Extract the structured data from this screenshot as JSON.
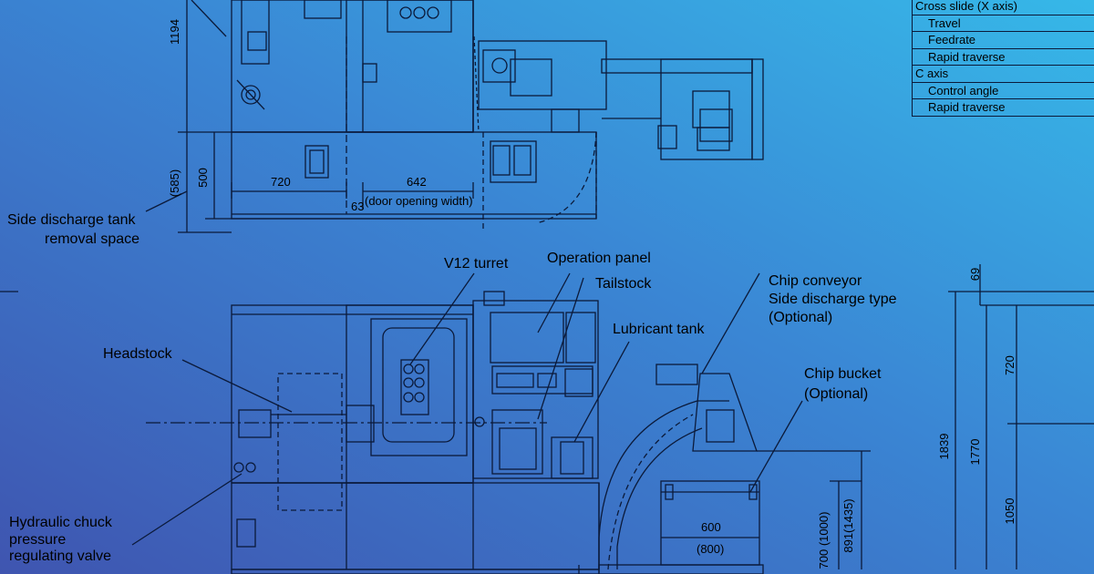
{
  "spec_table": {
    "rows": [
      {
        "label": "Cross slide (X axis)",
        "indent": false
      },
      {
        "label": "Travel",
        "indent": true
      },
      {
        "label": "Feedrate",
        "indent": true
      },
      {
        "label": "Rapid traverse",
        "indent": true
      },
      {
        "label": "C axis",
        "indent": false
      },
      {
        "label": "Control angle",
        "indent": true
      },
      {
        "label": "Rapid traverse",
        "indent": true
      }
    ]
  },
  "labels": {
    "side_discharge_1": "Side discharge tank",
    "side_discharge_2": "removal space",
    "v12_turret": "V12 turret",
    "operation_panel": "Operation panel",
    "tailstock": "Tailstock",
    "lubricant_tank": "Lubricant tank",
    "headstock": "Headstock",
    "chip_conveyor_1": "Chip conveyor",
    "chip_conveyor_2": "Side discharge type",
    "chip_conveyor_3": "(Optional)",
    "chip_bucket_1": "Chip bucket",
    "chip_bucket_2": "(Optional)",
    "hydraulic_1": "Hydraulic chuck",
    "hydraulic_2": "pressure",
    "hydraulic_3": "regulating valve"
  },
  "dimensions": {
    "d1194": "1194",
    "d585": "(585)",
    "d500": "500",
    "d720_top": "720",
    "d642": "642",
    "d63": "63",
    "door_opening": "(door opening width)",
    "d69": "69",
    "d720_right": "720",
    "d1839": "1839",
    "d1770": "1770",
    "d1050": "1050",
    "d600": "600",
    "d800": "(800)",
    "d700": "700 (1000)",
    "d891": "891(1435)"
  },
  "colors": {
    "bg_left": "#3f59b4",
    "bg_right": "#3ab2e6",
    "line": "#0b1a3a"
  }
}
